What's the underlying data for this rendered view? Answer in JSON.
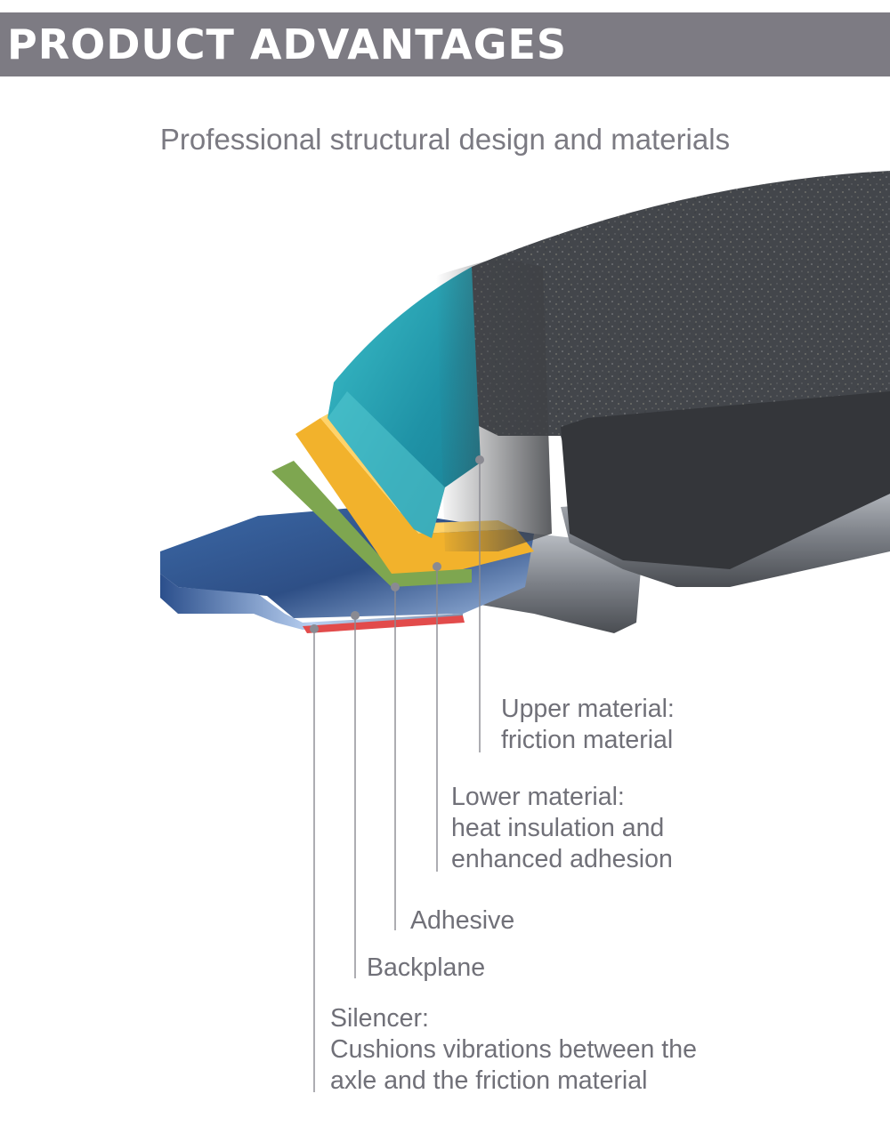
{
  "header": {
    "title": "PRODUCT ADVANTAGES"
  },
  "subtitle": "Professional structural design and materials",
  "colors": {
    "banner": "#7d7b83",
    "text": "#707078",
    "friction_material": "#3f4145",
    "upper_layer": "#2aa3b3",
    "lower_layer": "#f2b22c",
    "adhesive": "#7ea650",
    "backplane": "#3b68a6",
    "silencer": "#e24b4b"
  },
  "callouts": [
    {
      "id": "upper",
      "title": "Upper material:",
      "desc": [
        "friction material"
      ]
    },
    {
      "id": "lower",
      "title": "Lower material:",
      "desc": [
        "heat insulation and",
        "enhanced adhesion"
      ]
    },
    {
      "id": "adhesive",
      "title": "Adhesive",
      "desc": []
    },
    {
      "id": "backplane",
      "title": "Backplane",
      "desc": []
    },
    {
      "id": "silencer",
      "title": "Silencer:",
      "desc": [
        "Cushions vibrations between the",
        "axle and the friction material"
      ]
    }
  ]
}
